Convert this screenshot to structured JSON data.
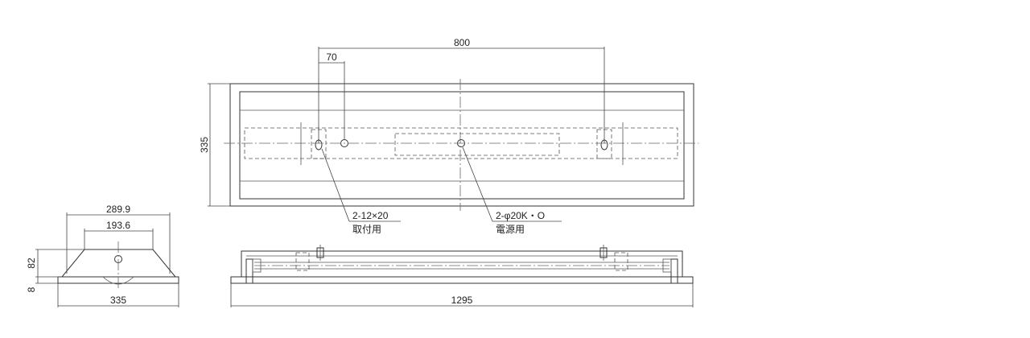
{
  "top_view": {
    "dim_width_mount": "800",
    "dim_offset": "70",
    "dim_height": "335",
    "callout_mount_spec": "2-12×20",
    "callout_mount_label": "取付用",
    "callout_power_spec": "2-φ20K・O",
    "callout_power_label": "電源用"
  },
  "side_view": {
    "dim_top_width": "289.9",
    "dim_inner_width": "193.6",
    "dim_height": "82",
    "dim_flange": "8",
    "dim_bottom_width": "335"
  },
  "front_view": {
    "dim_length": "1295"
  }
}
